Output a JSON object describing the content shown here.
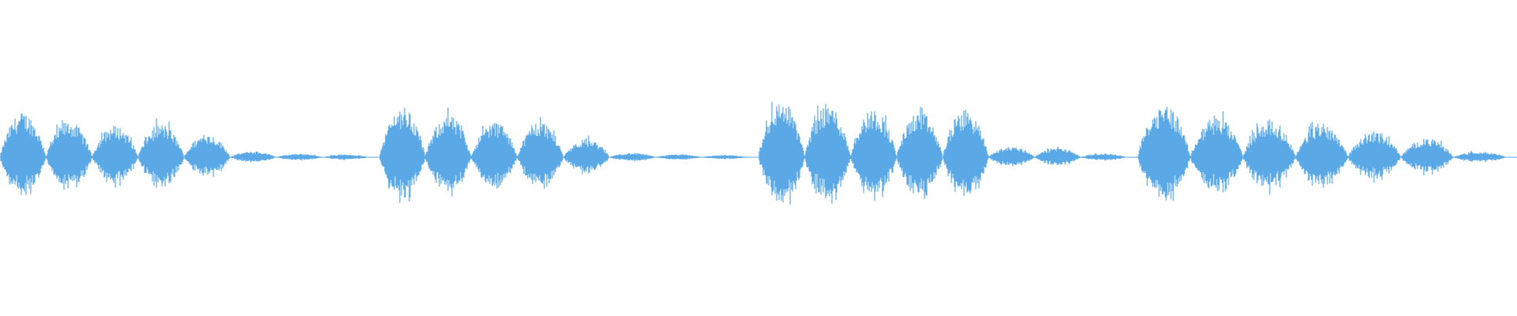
{
  "waveform": {
    "color": "#5aa9e6",
    "baseline_visible": true,
    "segments": [
      {
        "blobs": [
          0.62,
          0.5,
          0.44,
          0.46,
          0.32,
          0.08,
          0.05,
          0.04
        ]
      },
      {
        "blobs": [
          0.7,
          0.58,
          0.49,
          0.5,
          0.25,
          0.06,
          0.04,
          0.03
        ]
      },
      {
        "blobs": [
          0.78,
          0.74,
          0.67,
          0.63,
          0.65,
          0.15,
          0.13,
          0.05
        ]
      },
      {
        "blobs": [
          0.75,
          0.55,
          0.52,
          0.47,
          0.36,
          0.26,
          0.08
        ]
      }
    ]
  }
}
